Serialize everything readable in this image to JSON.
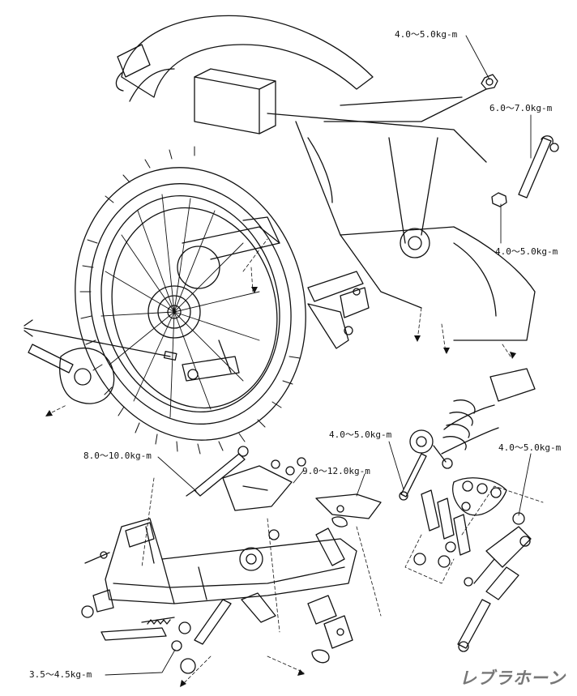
{
  "torque_labels": [
    {
      "id": "top-right-nut",
      "text": "4.0～5.0kg-m"
    },
    {
      "id": "upper-bolt",
      "text": "6.0～7.0kg-m"
    },
    {
      "id": "frame-nut",
      "text": "4.0～5.0kg-m"
    },
    {
      "id": "shock-upper",
      "text": "4.0～5.0kg-m"
    },
    {
      "id": "link-right",
      "text": "4.0～5.0kg-m"
    },
    {
      "id": "pivot-shaft",
      "text": "8.0～10.0kg-m"
    },
    {
      "id": "swingarm-bolt",
      "text": "9.0～12.0kg-m"
    },
    {
      "id": "stand-bolt",
      "text": "3.5～4.5kg-m"
    }
  ],
  "watermark": "レブラホーン",
  "colors": {
    "line": "#111111",
    "background": "#ffffff",
    "watermark": "#777777"
  }
}
